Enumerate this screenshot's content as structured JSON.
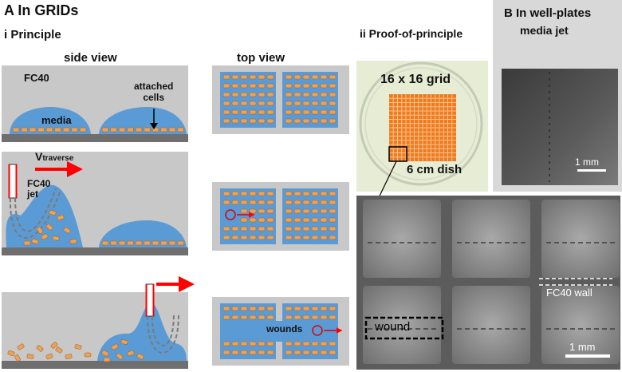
{
  "panel_a": {
    "title": "A In GRIDs",
    "principle": "i Principle",
    "side_view": "side view",
    "top_view": "top view",
    "fc40": "FC40",
    "media": "media",
    "attached_cells": "attached\ncells",
    "v_main": "V",
    "v_sub": "traverse",
    "fc40_jet": "FC40\njet",
    "wounds": "wounds"
  },
  "panel_a_ii": {
    "title": "ii Proof-of-principle",
    "grid_label": "16 x 16 grid",
    "dish_label": "6 cm dish",
    "fc40_wall": "FC40 wall",
    "wound": "wound",
    "scale": "1 mm"
  },
  "panel_b": {
    "title_line1": "B In well-plates",
    "title_line2": "media jet",
    "scale": "1 mm"
  },
  "colors": {
    "fc40_gray": "#c8c8c8",
    "media_blue": "#5b9bd5",
    "cell_orange": "#e8a35a",
    "arrow_red": "#ff0000",
    "substrate": "#6f6f6f",
    "dish_green": "#e7ecd4",
    "grid_orange": "#f07a1e"
  }
}
